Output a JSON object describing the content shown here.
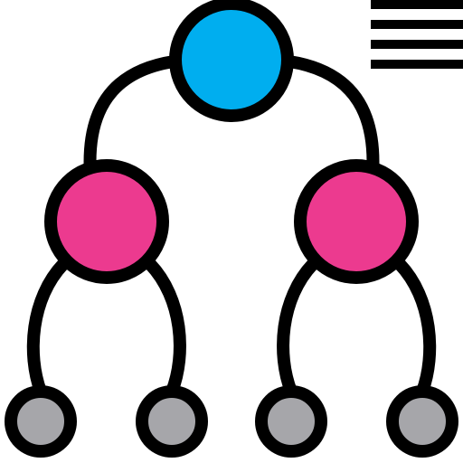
{
  "icon": {
    "name": "hierarchy-tree-icon",
    "levels": 3,
    "root_count": 1,
    "child_count": 2,
    "leaf_count": 4
  },
  "colors": {
    "outline": "#000000",
    "root_fill": "#00AEEF",
    "child_fill": "#EC3A8F",
    "leaf_fill": "#A6A6AA",
    "background": "#FFFFFF"
  },
  "list_icon": {
    "name": "text-lines-icon",
    "rows": 4
  }
}
